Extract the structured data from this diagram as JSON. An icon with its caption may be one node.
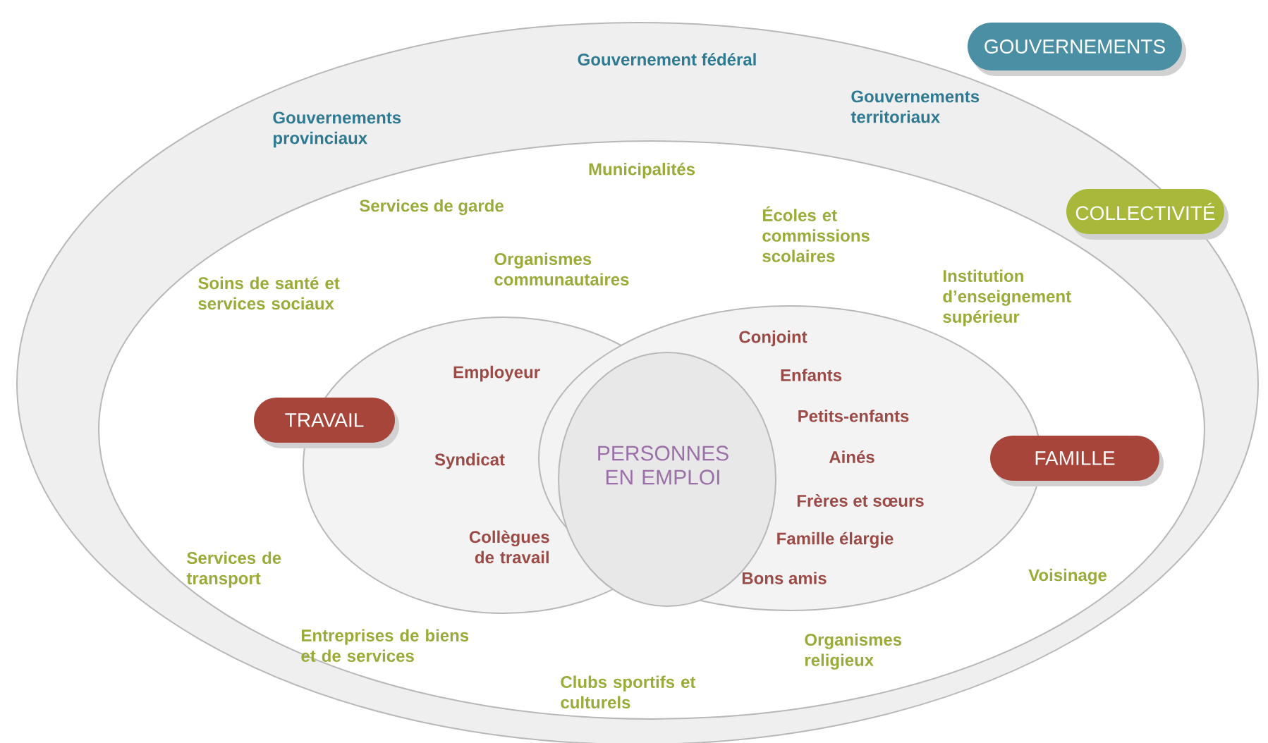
{
  "diagram": {
    "nodes": [
      {
        "text": [
          "Gouvernement fédéral",
          "Gouvernements provinciaux",
          "Gouvernements territoriaux"
        ]
      },
      {
        "text": [
          "GOUVERNEMENTS"
        ]
      },
      {
        "text": [
          "Municipalités",
          "Services de garde",
          "Écoles et commissions scolaires",
          "Soins de santé et services sociaux",
          "Organismes communautaires",
          "Institution d’enseignement supérieur",
          "Services de transport",
          "Entreprises de biens et de services",
          "Voisinage",
          "Clubs sportifs et culturels",
          "Organismes religieux"
        ],
        "in": 0
      },
      {
        "text": [
          "COLLECTIVITÉ"
        ],
        "in": 0
      },
      {
        "text": [
          "Employeur",
          "Syndicat",
          "Collègues de travail"
        ],
        "in": 2
      },
      {
        "text": [
          "TRAVAIL"
        ],
        "in": 2
      },
      {
        "text": [
          "Conjoint",
          "Enfants",
          "Petits-enfants",
          "Ainés",
          "Frères et sœurs",
          "Famille élargie",
          "Bons amis"
        ],
        "in": 2
      },
      {
        "text": [
          "FAMILLE"
        ],
        "in": 2
      },
      {
        "text": [
          "PERSONNES EN EMPLOI"
        ],
        "in": 6
      }
    ]
  }
}
